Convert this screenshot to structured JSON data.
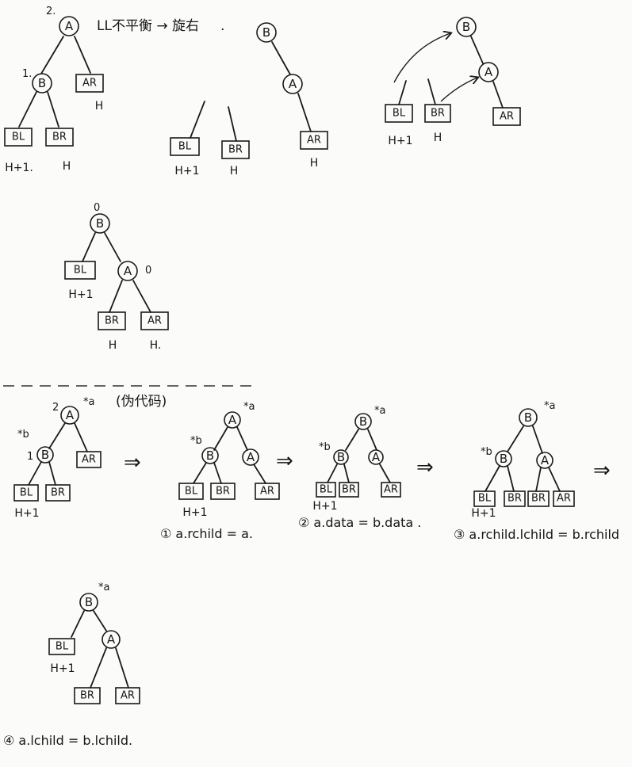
{
  "heading": {
    "text": "LL不平衡 → 旋右"
  },
  "pseudo_label": {
    "text": "(伪代码)"
  },
  "labels": {
    "A": "A",
    "B": "B",
    "BL": "BL",
    "BR": "BR",
    "AR": "AR",
    "H": "H",
    "H1": "H+1",
    "H1dot": "H+1.",
    "Hdot": "H.",
    "bf2": "2.",
    "bf1": "1.",
    "bf2b": "2",
    "bf1b": "1",
    "zero": "0",
    "star_a": "*a",
    "star_b": "*b"
  },
  "arrow": "⇒",
  "steps": [
    "① a.rchild = a.",
    "② a.data = b.data .",
    "③ a.rchild.lchild = b.rchild",
    "④ a.lchild = b.lchild."
  ],
  "colors": {
    "ink": "#1a1a1a",
    "paper": "#fbfbf9",
    "divider": "#333333"
  }
}
